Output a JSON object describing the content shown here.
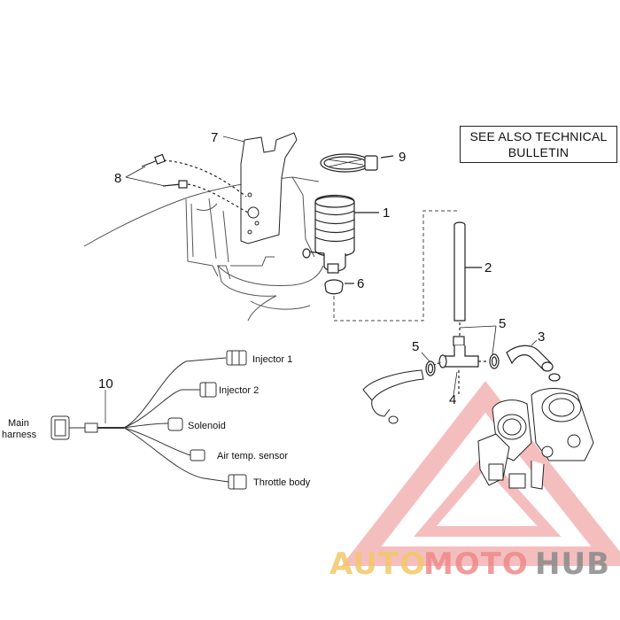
{
  "note": {
    "line1": "SEE ALSO TECHNICAL",
    "line2": "BULLETIN"
  },
  "callouts": {
    "c1": "1",
    "c2": "2",
    "c3": "3",
    "c4": "4",
    "c5a": "5",
    "c5b": "5",
    "c6": "6",
    "c7": "7",
    "c8": "8",
    "c9": "9",
    "c10": "10"
  },
  "harness": {
    "main_line1": "Main",
    "main_line2": "harness",
    "injector1": "Injector 1",
    "injector2": "Injector 2",
    "solenoid": "Solenoid",
    "air_temp": "Air temp. sensor",
    "throttle_body": "Throttle body"
  },
  "watermark": {
    "part1": "AUTO",
    "part2": "MOTO",
    "part3": "HUB",
    "colors": {
      "auto": "#f2c86a",
      "moto": "#f08a8a",
      "hub": "#8a8a8a",
      "triangle": "#f0a0a0"
    }
  }
}
